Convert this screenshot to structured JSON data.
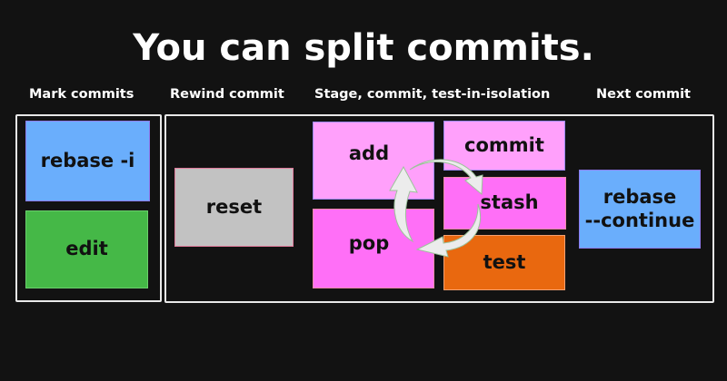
{
  "title": "You can split commits.",
  "section_labels": {
    "mark": "Mark commits",
    "rewind": "Rewind  commit",
    "stage": "Stage, commit, test-in-isolation",
    "next": "Next commit"
  },
  "boxes": {
    "rebase_i": "rebase -i",
    "edit": "edit",
    "reset": "reset",
    "add": "add",
    "commit": "commit",
    "stash": "stash",
    "pop": "pop",
    "test": "test",
    "rebase_continue_1": "rebase",
    "rebase_continue_2": "--continue"
  },
  "colors": {
    "blue": "#6aaefc",
    "green": "#45b847",
    "gray": "#c2c2c2",
    "light_pink": "#ffa0fb",
    "magenta": "#ff6ff7",
    "orange": "#e9680f"
  }
}
